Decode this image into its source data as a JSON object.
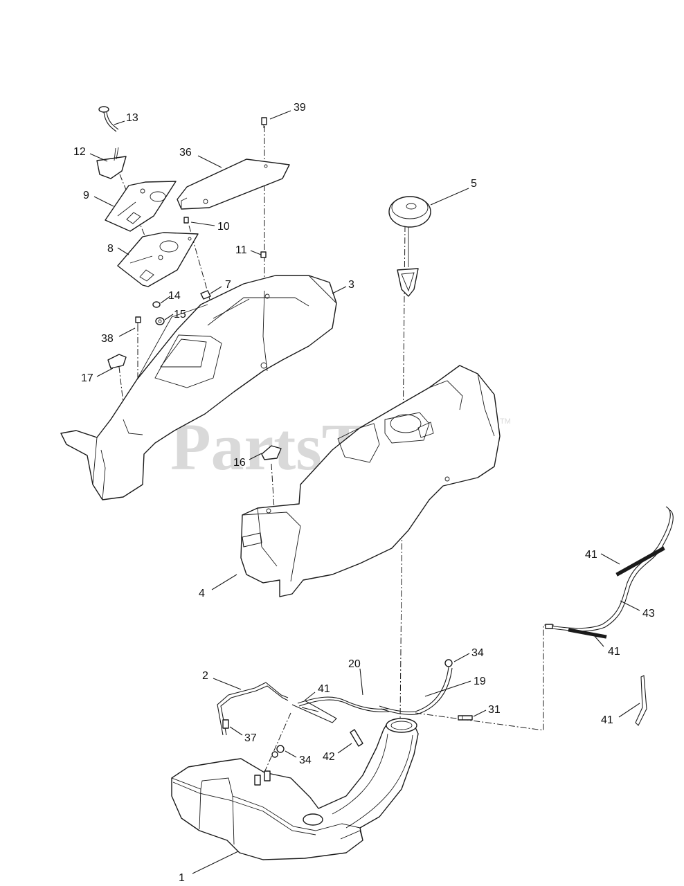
{
  "watermark": {
    "text": "PartsTree",
    "trademark": "TM",
    "color": "#d9d9d9"
  },
  "callouts": [
    {
      "id": "39",
      "label": "39"
    },
    {
      "id": "13",
      "label": "13"
    },
    {
      "id": "12",
      "label": "12"
    },
    {
      "id": "36",
      "label": "36"
    },
    {
      "id": "5",
      "label": "5"
    },
    {
      "id": "9",
      "label": "9"
    },
    {
      "id": "10",
      "label": "10"
    },
    {
      "id": "8",
      "label": "8"
    },
    {
      "id": "11",
      "label": "11"
    },
    {
      "id": "7",
      "label": "7"
    },
    {
      "id": "3",
      "label": "3"
    },
    {
      "id": "14",
      "label": "14"
    },
    {
      "id": "15",
      "label": "15"
    },
    {
      "id": "38",
      "label": "38"
    },
    {
      "id": "17",
      "label": "17"
    },
    {
      "id": "16",
      "label": "16"
    },
    {
      "id": "4",
      "label": "4"
    },
    {
      "id": "41a",
      "label": "41"
    },
    {
      "id": "43",
      "label": "43"
    },
    {
      "id": "41b",
      "label": "41"
    },
    {
      "id": "34a",
      "label": "34"
    },
    {
      "id": "20",
      "label": "20"
    },
    {
      "id": "2",
      "label": "2"
    },
    {
      "id": "19",
      "label": "19"
    },
    {
      "id": "41c",
      "label": "41"
    },
    {
      "id": "31",
      "label": "31"
    },
    {
      "id": "37",
      "label": "37"
    },
    {
      "id": "34b",
      "label": "34"
    },
    {
      "id": "42",
      "label": "42"
    },
    {
      "id": "41d",
      "label": "41"
    },
    {
      "id": "1",
      "label": "1"
    }
  ]
}
